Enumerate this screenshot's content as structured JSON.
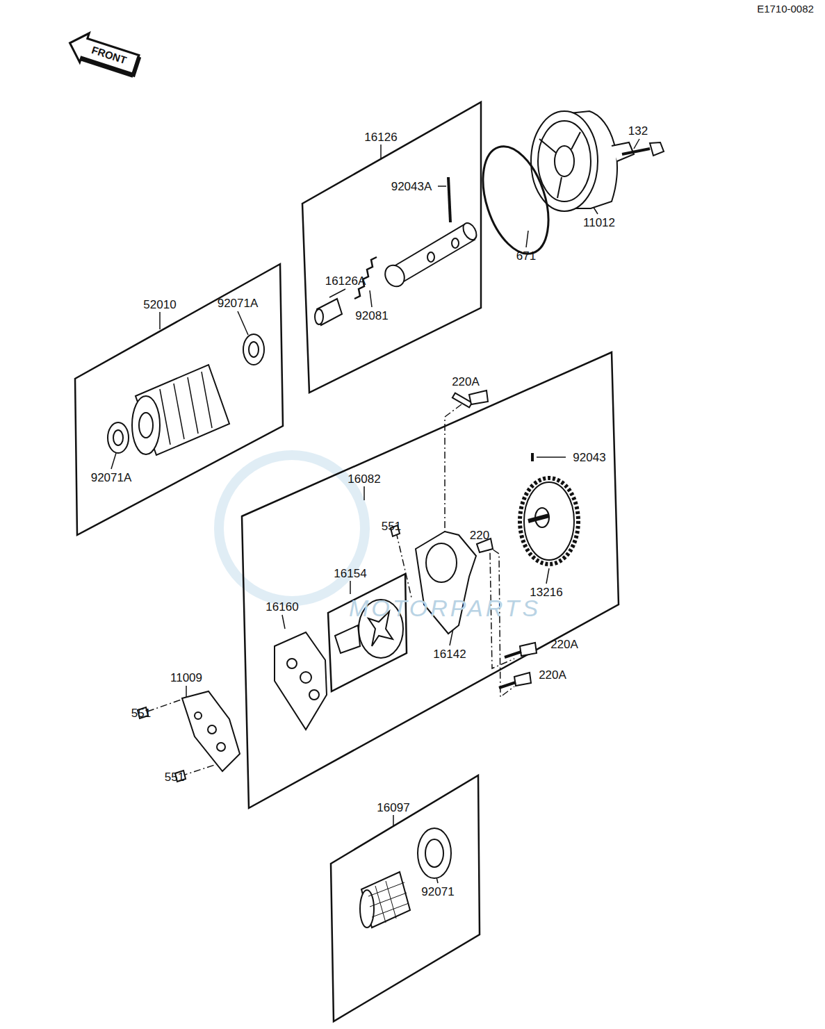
{
  "diagram": {
    "labels": [
      "E1710-0082",
      "FRONT",
      "16126",
      "92043A",
      "132",
      "11012",
      "671",
      "52010",
      "92071A",
      "16126A",
      "92081",
      "220A",
      "92043",
      "16082",
      "551",
      "220",
      "92071A",
      "16154",
      "13216",
      "16160",
      "220A",
      "16142",
      "220A",
      "11009",
      "551",
      "551",
      "16097",
      "92071",
      "MOTORPARTS"
    ]
  }
}
